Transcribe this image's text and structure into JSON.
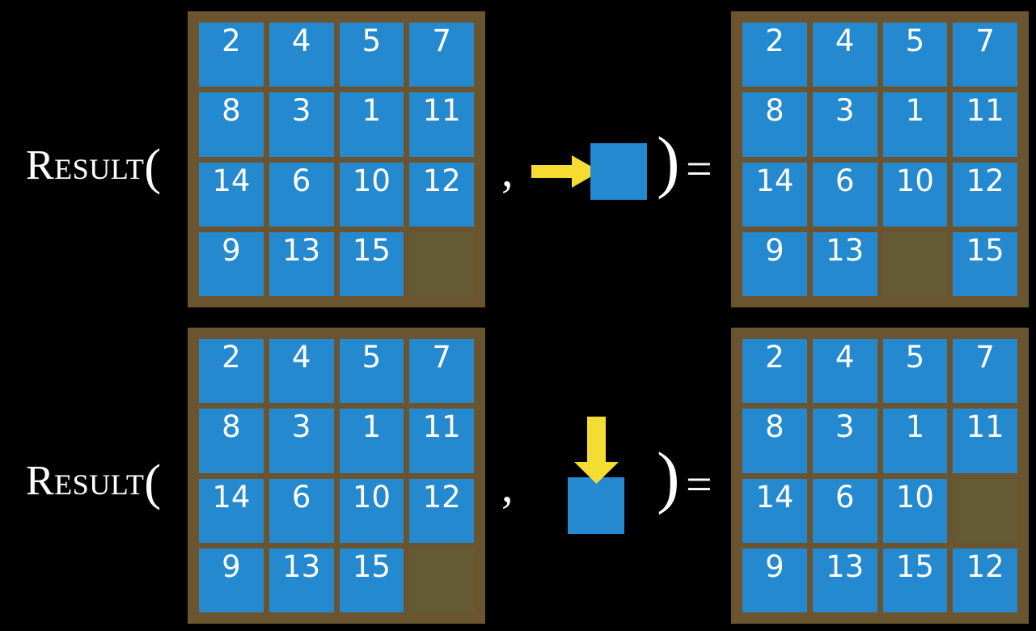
{
  "slide": {
    "background_color": "#000000",
    "tile_color": "#2489ce",
    "board_color": "#6b5530",
    "empty_cell_color": "#645a33",
    "arrow_color": "#f5dc32",
    "text_color": "#ffffff"
  },
  "rows": [
    {
      "id": "row-right-move",
      "label": "Result",
      "label_paren": "(",
      "comma": ",",
      "close_paren": ")",
      "equals": "=",
      "action": {
        "icon": "arrow-right-icon",
        "direction": "right",
        "tile_label": ""
      },
      "input_board": {
        "name": "input-board-top",
        "cells": [
          "2",
          "4",
          "5",
          "7",
          "8",
          "3",
          "1",
          "11",
          "14",
          "6",
          "10",
          "12",
          "9",
          "13",
          "15",
          ""
        ]
      },
      "output_board": {
        "name": "output-board-top",
        "cells": [
          "2",
          "4",
          "5",
          "7",
          "8",
          "3",
          "1",
          "11",
          "14",
          "6",
          "10",
          "12",
          "9",
          "13",
          "",
          "15"
        ]
      }
    },
    {
      "id": "row-down-move",
      "label": "Result",
      "label_paren": "(",
      "comma": ",",
      "close_paren": ")",
      "equals": "=",
      "action": {
        "icon": "arrow-down-icon",
        "direction": "down",
        "tile_label": ""
      },
      "input_board": {
        "name": "input-board-bottom",
        "cells": [
          "2",
          "4",
          "5",
          "7",
          "8",
          "3",
          "1",
          "11",
          "14",
          "6",
          "10",
          "12",
          "9",
          "13",
          "15",
          ""
        ]
      },
      "output_board": {
        "name": "output-board-bottom",
        "cells": [
          "2",
          "4",
          "5",
          "7",
          "8",
          "3",
          "1",
          "11",
          "14",
          "6",
          "10",
          "",
          "9",
          "13",
          "15",
          "12"
        ]
      }
    }
  ]
}
